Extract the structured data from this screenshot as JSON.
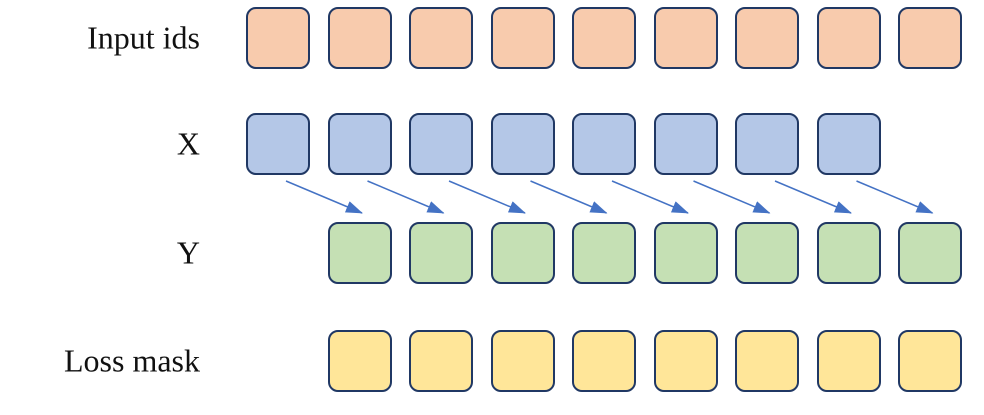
{
  "diagram": {
    "background_color": "#FFFFFF",
    "box_border_color": "#203864",
    "label_text_color": "#111111",
    "rows": [
      {
        "id": "input-ids",
        "label": "Input ids",
        "box_count": 9,
        "box_fill": "#F8CBAD",
        "shift": 0
      },
      {
        "id": "x",
        "label": "X",
        "box_count": 8,
        "box_fill": "#B4C7E7",
        "shift": 0
      },
      {
        "id": "y",
        "label": "Y",
        "box_count": 8,
        "box_fill": "#C5E0B4",
        "shift": 1
      },
      {
        "id": "loss-mask",
        "label": "Loss mask",
        "box_count": 8,
        "box_fill": "#FFE699",
        "shift": 1
      }
    ],
    "arrows": {
      "count": 8,
      "color": "#4472C4",
      "meaning": "shift-by-one from X token to Y token"
    }
  }
}
